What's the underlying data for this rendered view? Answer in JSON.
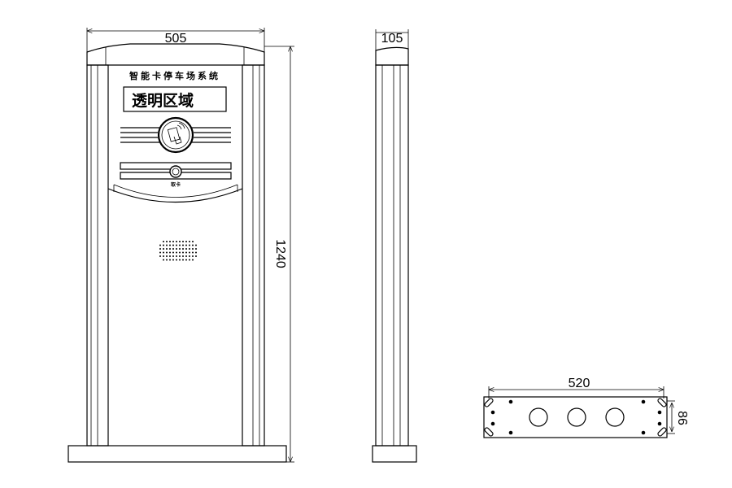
{
  "drawing": {
    "front_view": {
      "header_text": "智能卡停车场系统",
      "display_label": "透明区域",
      "button_label": "取卡",
      "width_dimension": "505",
      "height_dimension": "1240"
    },
    "side_view": {
      "depth_dimension": "105"
    },
    "base_plate": {
      "width_dimension": "520",
      "depth_dimension": "86"
    }
  }
}
